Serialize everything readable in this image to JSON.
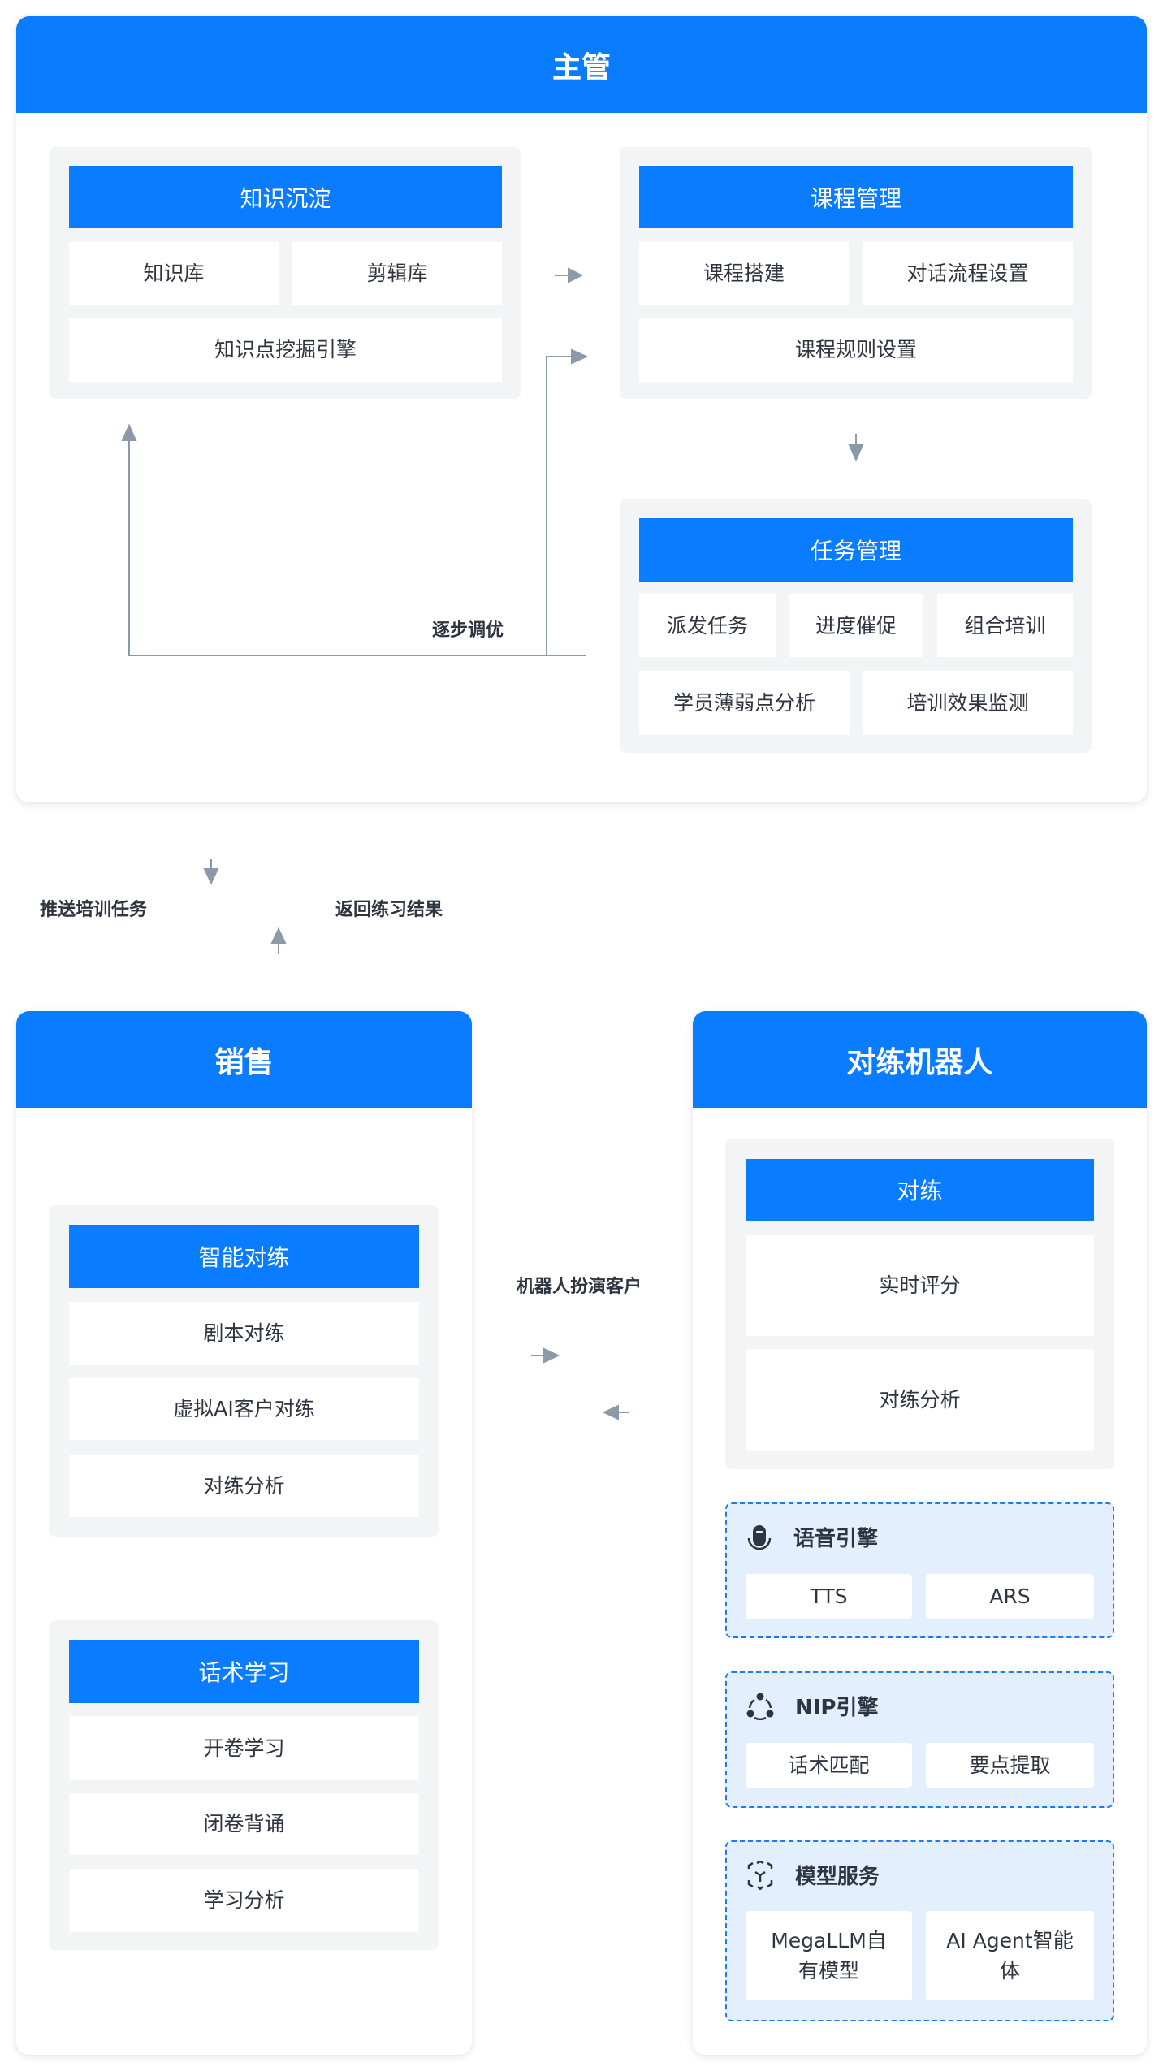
{
  "supervisor": {
    "title": "主管",
    "knowledge": {
      "title": "知识沉淀",
      "items": [
        "知识库",
        "剪辑库",
        "知识点挖掘引擎"
      ]
    },
    "course": {
      "title": "课程管理",
      "items": [
        "课程搭建",
        "对话流程设置",
        "课程规则设置"
      ]
    },
    "task": {
      "title": "任务管理",
      "items": [
        "派发任务",
        "进度催促",
        "组合培训",
        "学员薄弱点分析",
        "培训效果监测"
      ]
    },
    "loop_label": "逐步调优"
  },
  "flow": {
    "push": "推送培训任务",
    "return": "返回练习结果",
    "robot_role": "机器人扮演客户"
  },
  "sales": {
    "title": "销售",
    "smart": {
      "title": "智能对练",
      "items": [
        "剧本对练",
        "虚拟AI客户对练",
        "对练分析"
      ]
    },
    "script": {
      "title": "话术学习",
      "items": [
        "开卷学习",
        "闭卷背诵",
        "学习分析"
      ]
    }
  },
  "robot": {
    "title": "对练机器人",
    "practice": {
      "title": "对练",
      "items": [
        "实时评分",
        "对练分析"
      ]
    },
    "voice": {
      "title": "语音引擎",
      "icon": "microphone-icon",
      "items": [
        "TTS",
        "ARS"
      ]
    },
    "nip": {
      "title": "NIP引擎",
      "icon": "network-nodes-icon",
      "items": [
        "话术匹配",
        "要点提取"
      ]
    },
    "model": {
      "title": "模型服务",
      "icon": "model-cube-icon",
      "items": [
        "MegaLLM自有模型",
        "AI Agent智能体"
      ]
    }
  },
  "colors": {
    "primary": "#0a7cff",
    "arrow": "#8c99a8",
    "group_bg": "#f3f4f6",
    "dashed_bg": "#e4effd"
  }
}
